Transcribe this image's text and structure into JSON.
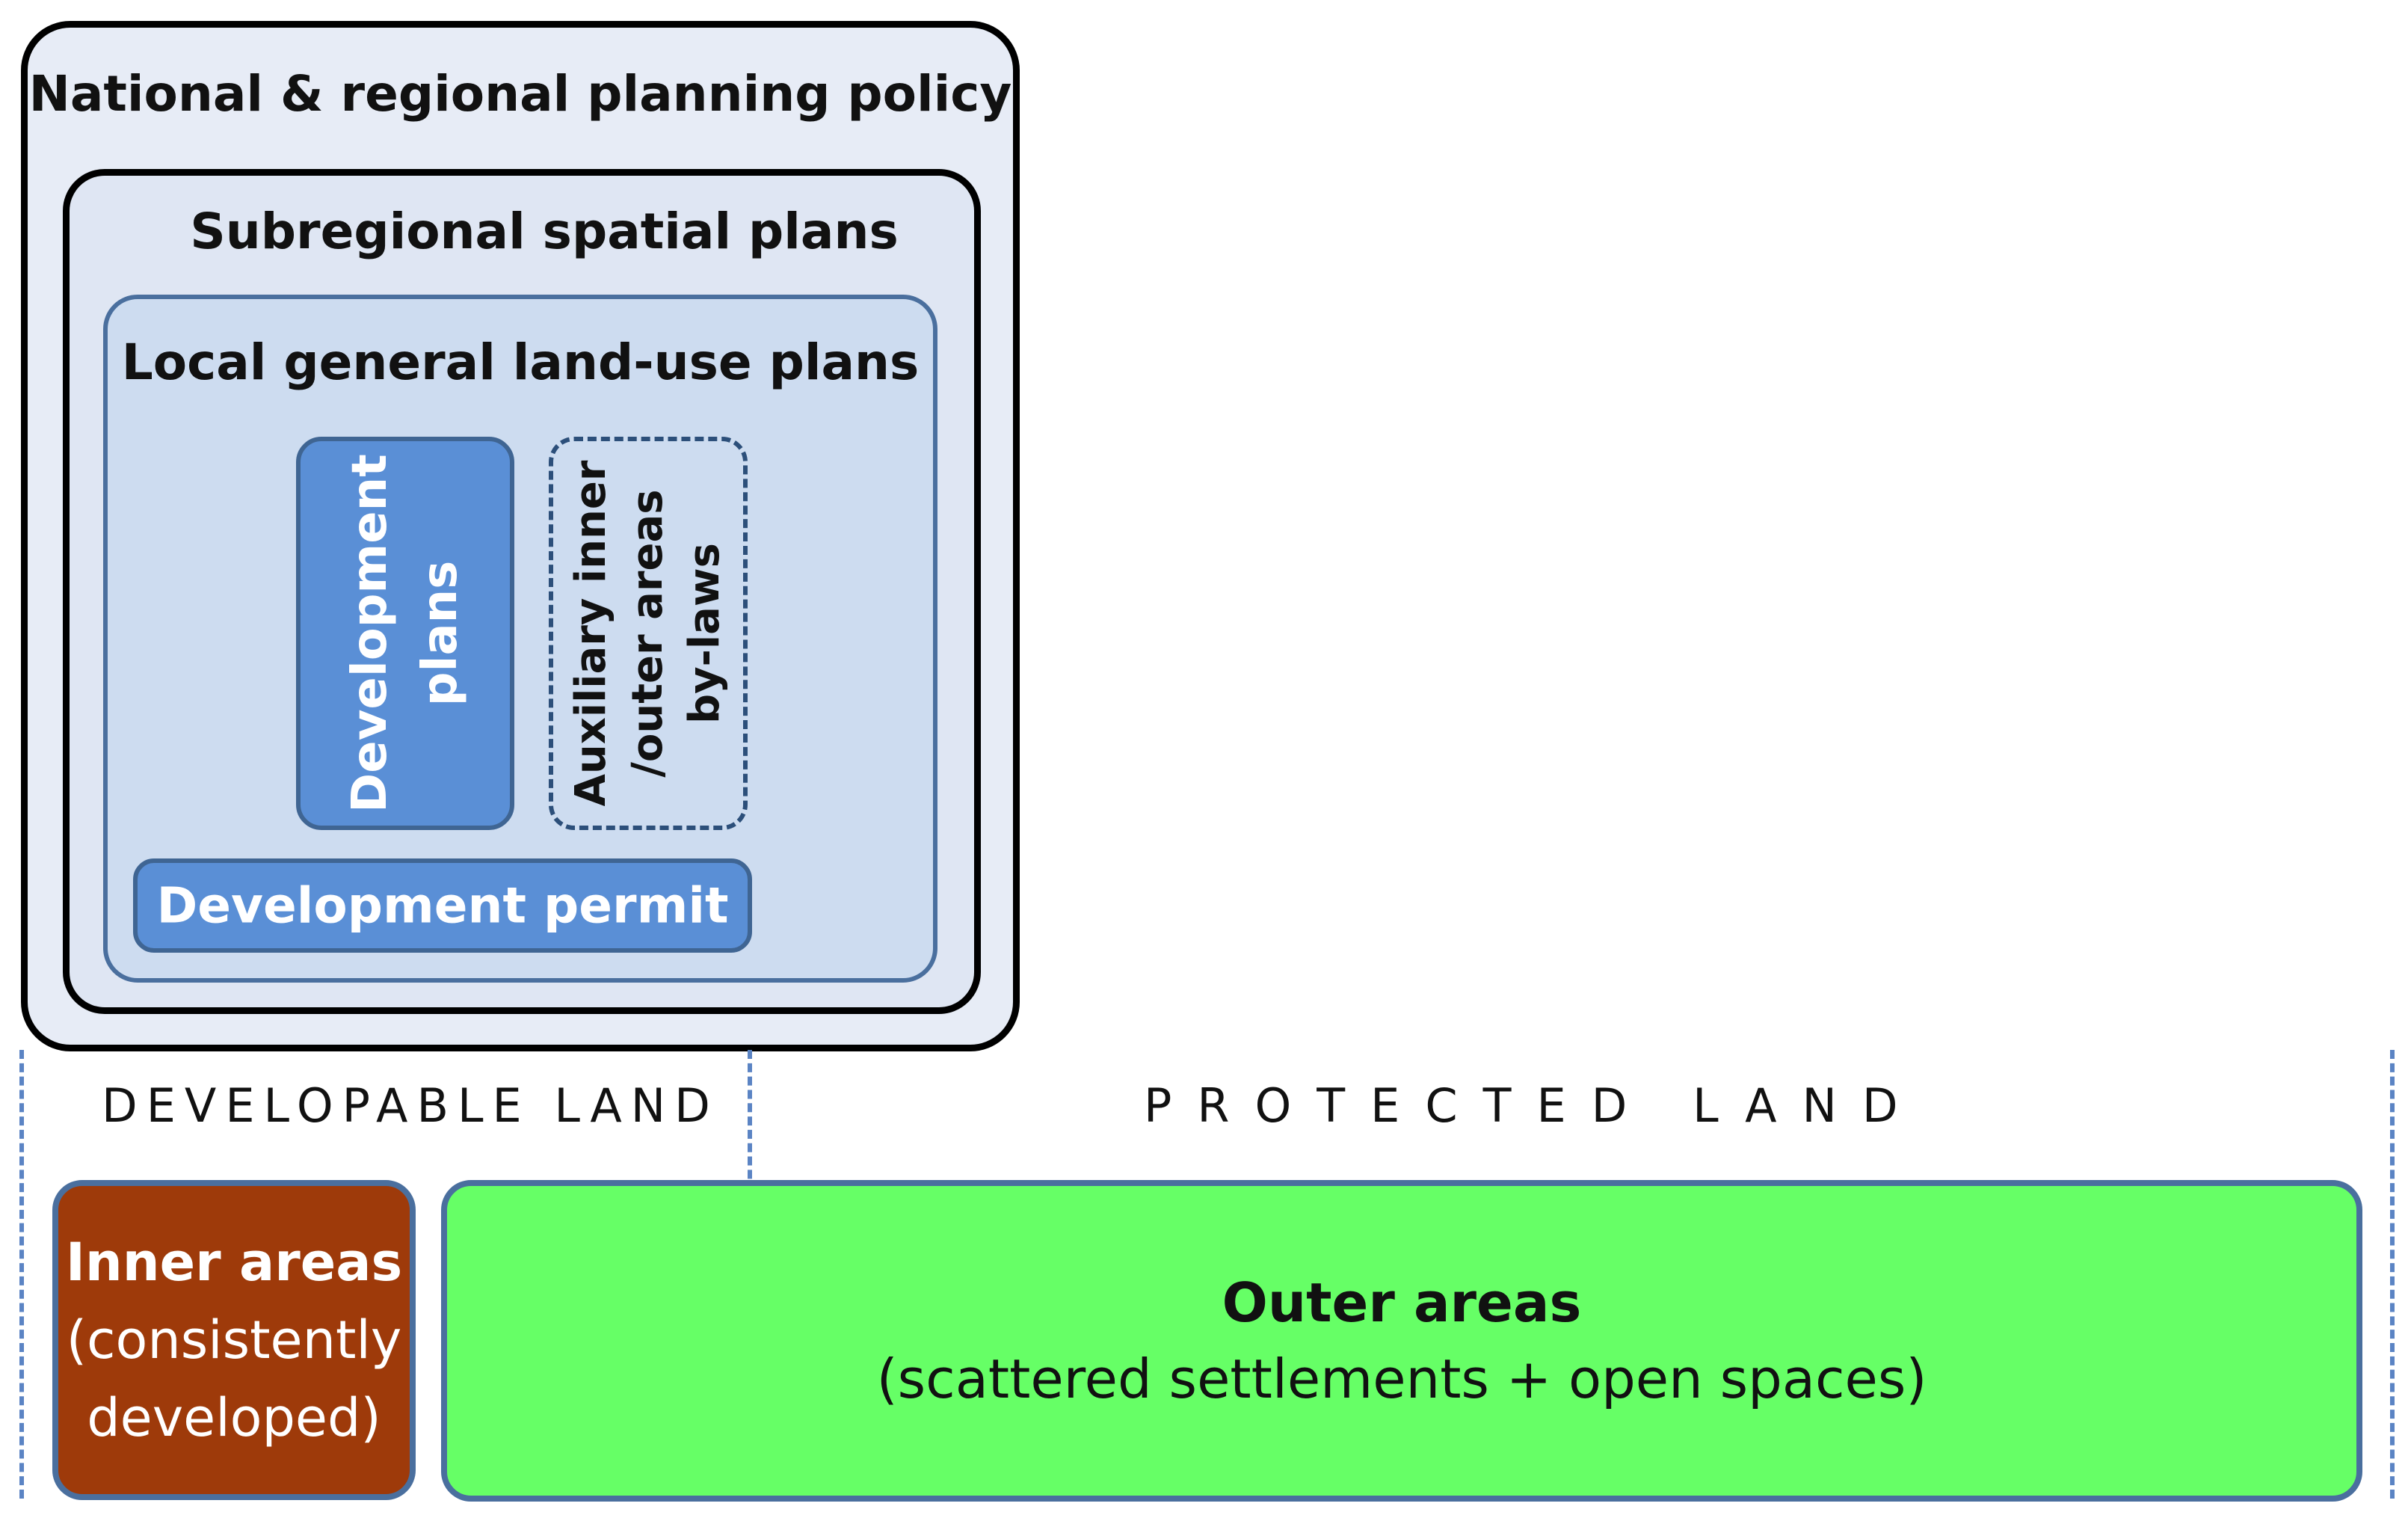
{
  "hierarchy": {
    "national": "National & regional planning policy",
    "subregional": "Subregional spatial plans",
    "local": "Local general land-use plans",
    "development_plans": [
      "Development",
      "plans"
    ],
    "bylaws": [
      "Auxiliary inner",
      "/outer areas",
      "by-laws"
    ],
    "development_permit": "Development permit"
  },
  "zones": {
    "developable_label": "DEVELOPABLE LAND",
    "protected_label": "PROTECTED LAND",
    "inner": {
      "title": "Inner areas",
      "line1": "(consistently",
      "line2": "developed)"
    },
    "outer": {
      "title": "Outer areas",
      "subtitle": "(scattered settlements + open spaces)"
    }
  },
  "colors": {
    "inner_fill": "#9e3a0a",
    "outer_fill": "#66ff66",
    "plan_fill": "#5a8fd6"
  }
}
